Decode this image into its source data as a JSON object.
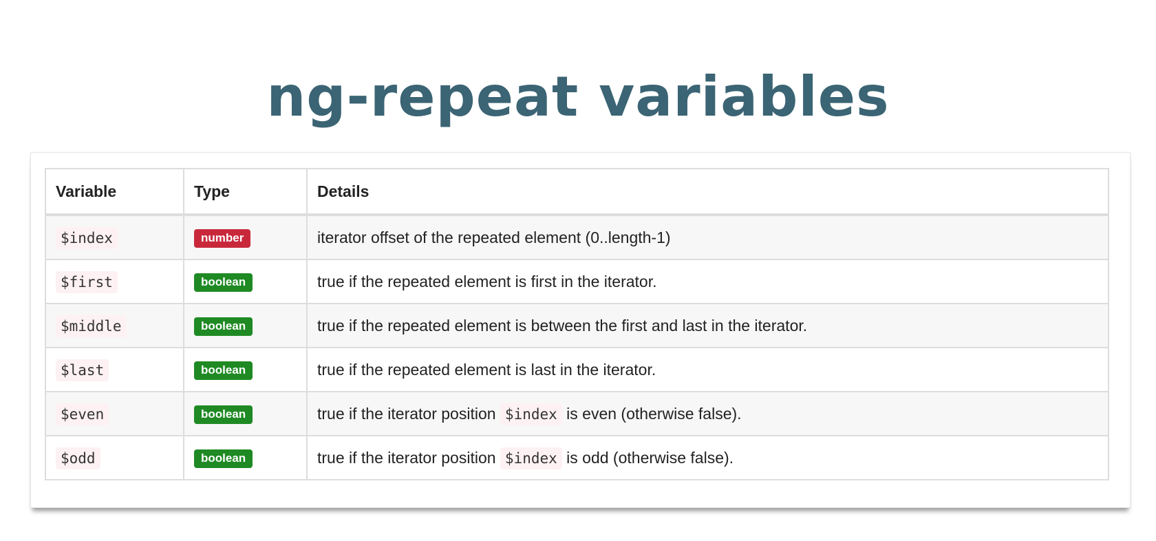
{
  "title": "ng-repeat variables",
  "colors": {
    "title": "#3b6474",
    "number_badge": "#c9283b",
    "boolean_badge": "#1f8a24"
  },
  "table": {
    "headers": [
      "Variable",
      "Type",
      "Details"
    ],
    "rows": [
      {
        "variable": "$index",
        "type": "number",
        "type_class": "number",
        "details": "iterator offset of the repeated element (0..length-1)"
      },
      {
        "variable": "$first",
        "type": "boolean",
        "type_class": "boolean",
        "details": "true if the repeated element is first in the iterator."
      },
      {
        "variable": "$middle",
        "type": "boolean",
        "type_class": "boolean",
        "details": "true if the repeated element is between the first and last in the iterator."
      },
      {
        "variable": "$last",
        "type": "boolean",
        "type_class": "boolean",
        "details": "true if the repeated element is last in the iterator."
      },
      {
        "variable": "$even",
        "type": "boolean",
        "type_class": "boolean",
        "details_before": "true if the iterator position",
        "details_code": "$index",
        "details_after": "is even (otherwise false)."
      },
      {
        "variable": "$odd",
        "type": "boolean",
        "type_class": "boolean",
        "details_before": "true if the iterator position",
        "details_code": "$index",
        "details_after": "is odd (otherwise false)."
      }
    ]
  }
}
